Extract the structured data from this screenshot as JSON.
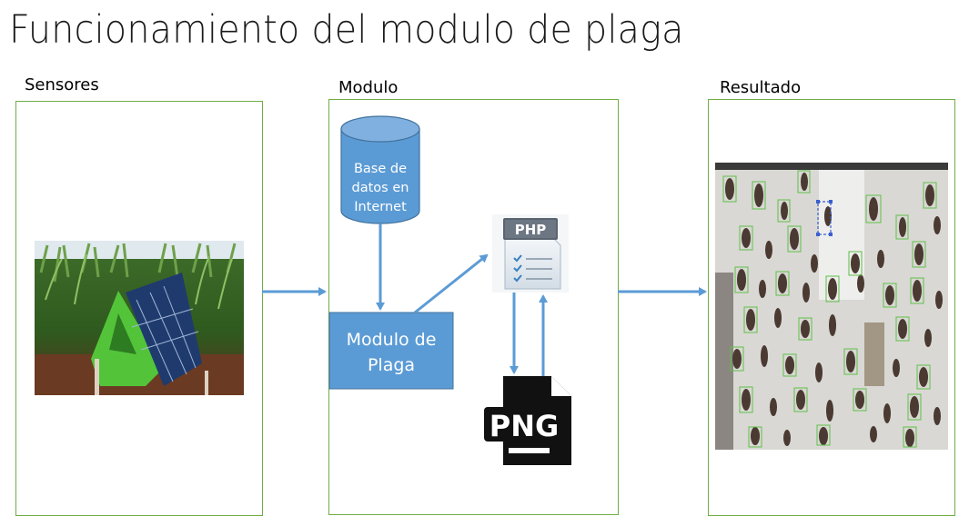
{
  "title": "Funcionamiento del modulo  de plaga",
  "columns": {
    "sensores": "Sensores",
    "modulo": "Modulo",
    "resultado": "Resultado"
  },
  "nodes": {
    "database": "Base de datos en Internet",
    "database_lines": [
      "Base de",
      "datos en",
      "Internet"
    ],
    "modulo_plaga_lines": [
      "Modulo de",
      "Plaga"
    ],
    "php_label": "PHP",
    "png_label": "PNG"
  },
  "colors": {
    "panel_border": "#70ad47",
    "node_fill": "#5b9bd5",
    "arrow": "#5b9bd5"
  },
  "icons": [
    "sensor-photo",
    "database-cylinder",
    "php-file-icon",
    "png-file-icon",
    "detection-result-image"
  ]
}
